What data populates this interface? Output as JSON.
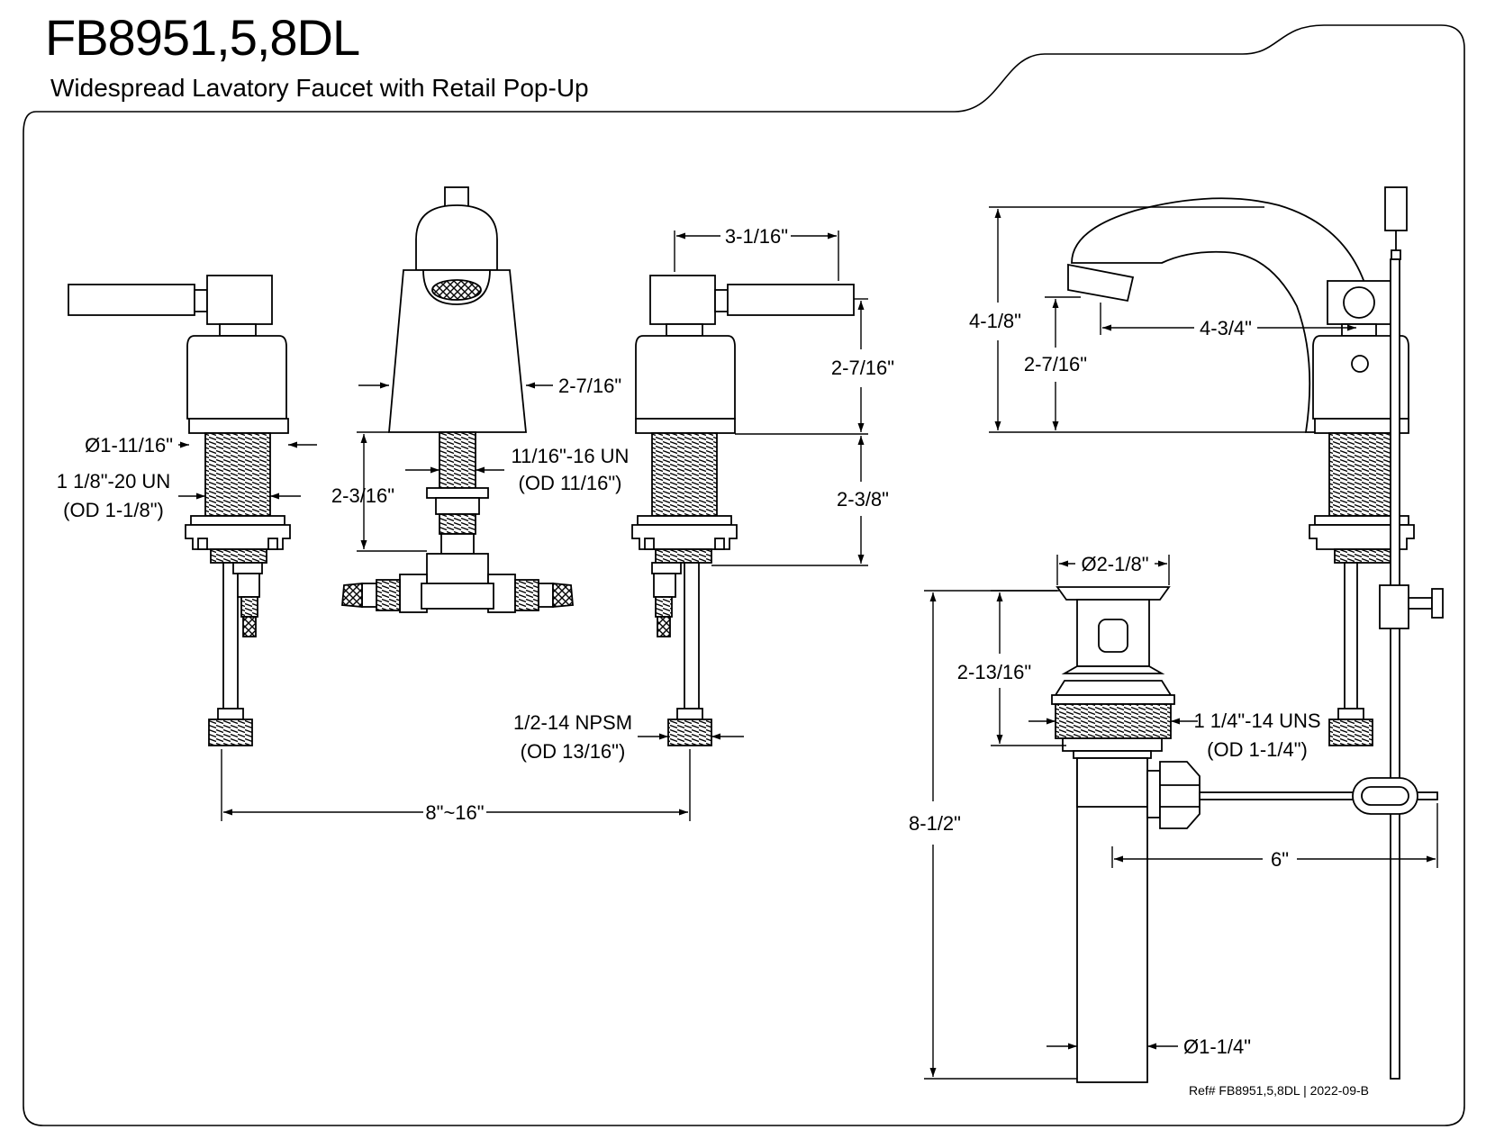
{
  "header": {
    "title": "FB8951,5,8DL",
    "subtitle": "Widespread Lavatory Faucet with Retail Pop-Up"
  },
  "dimensions": {
    "handle_flange_diameter": "Ø1-11/16\"",
    "handle_thread": "1 1/8\"-20 UN",
    "handle_thread_od": "(OD 1-1/8\")",
    "spout_base_width": "2-7/16\"",
    "spout_shank_length": "2-3/16\"",
    "spout_thread": "11/16\"-16 UN",
    "spout_thread_od": "(OD 11/16\")",
    "handle_length": "3-1/16\"",
    "handle_height": "2-7/16\"",
    "handle_shank_length": "2-3/8\"",
    "inlet_thread": "1/2-14 NPSM",
    "inlet_thread_od": "(OD 13/16\")",
    "spread": "8\"~16\"",
    "spout_height": "4-1/8\"",
    "spout_clearance": "2-7/16\"",
    "spout_reach": "4-3/4\"",
    "drain_flange_diameter": "Ø2-1/8\"",
    "drain_body_height": "2-13/16\"",
    "drain_thread": "1 1/4\"-14 UNS",
    "drain_thread_od": "(OD 1-1/4\")",
    "drain_total_length": "8-1/2\"",
    "pop_up_rod_length": "6\"",
    "tailpiece_diameter": "Ø1-1/4\""
  },
  "footer": {
    "reference": "Ref# FB8951,5,8DL | 2022-09-B"
  }
}
